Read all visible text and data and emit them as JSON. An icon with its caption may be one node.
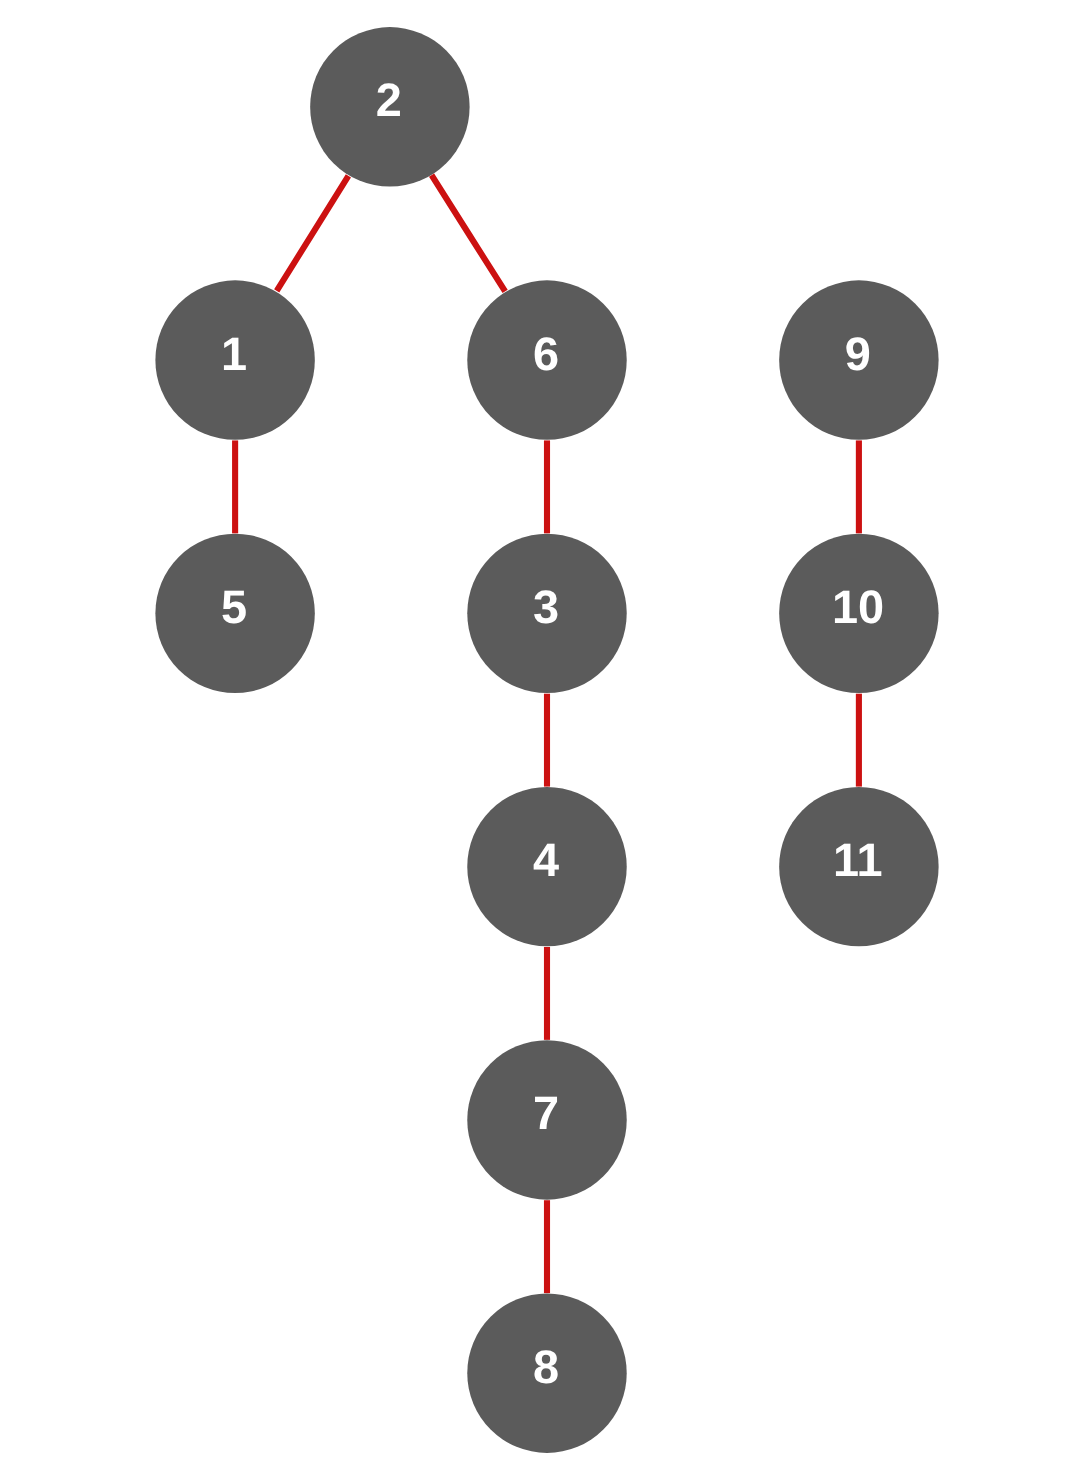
{
  "diagram": {
    "nodes": [
      {
        "text": [
          "2"
        ]
      },
      {
        "text": [
          "1"
        ]
      },
      {
        "text": [
          "6"
        ]
      },
      {
        "text": [
          "5"
        ]
      },
      {
        "text": [
          "3"
        ]
      },
      {
        "text": [
          "4"
        ]
      },
      {
        "text": [
          "7"
        ]
      },
      {
        "text": [
          "8"
        ]
      },
      {
        "text": [
          "9"
        ]
      },
      {
        "text": [
          "10"
        ]
      },
      {
        "text": [
          "11"
        ]
      }
    ],
    "edges": [
      {
        "from": 0,
        "to": 1,
        "arrow": "none"
      },
      {
        "from": 0,
        "to": 2,
        "arrow": "none"
      },
      {
        "from": 1,
        "to": 3,
        "arrow": "none"
      },
      {
        "from": 2,
        "to": 4,
        "arrow": "none"
      },
      {
        "from": 4,
        "to": 5,
        "arrow": "none"
      },
      {
        "from": 5,
        "to": 6,
        "arrow": "none"
      },
      {
        "from": 6,
        "to": 7,
        "arrow": "none"
      },
      {
        "from": 8,
        "to": 9,
        "arrow": "none"
      },
      {
        "from": 9,
        "to": 10,
        "arrow": "none"
      }
    ]
  }
}
